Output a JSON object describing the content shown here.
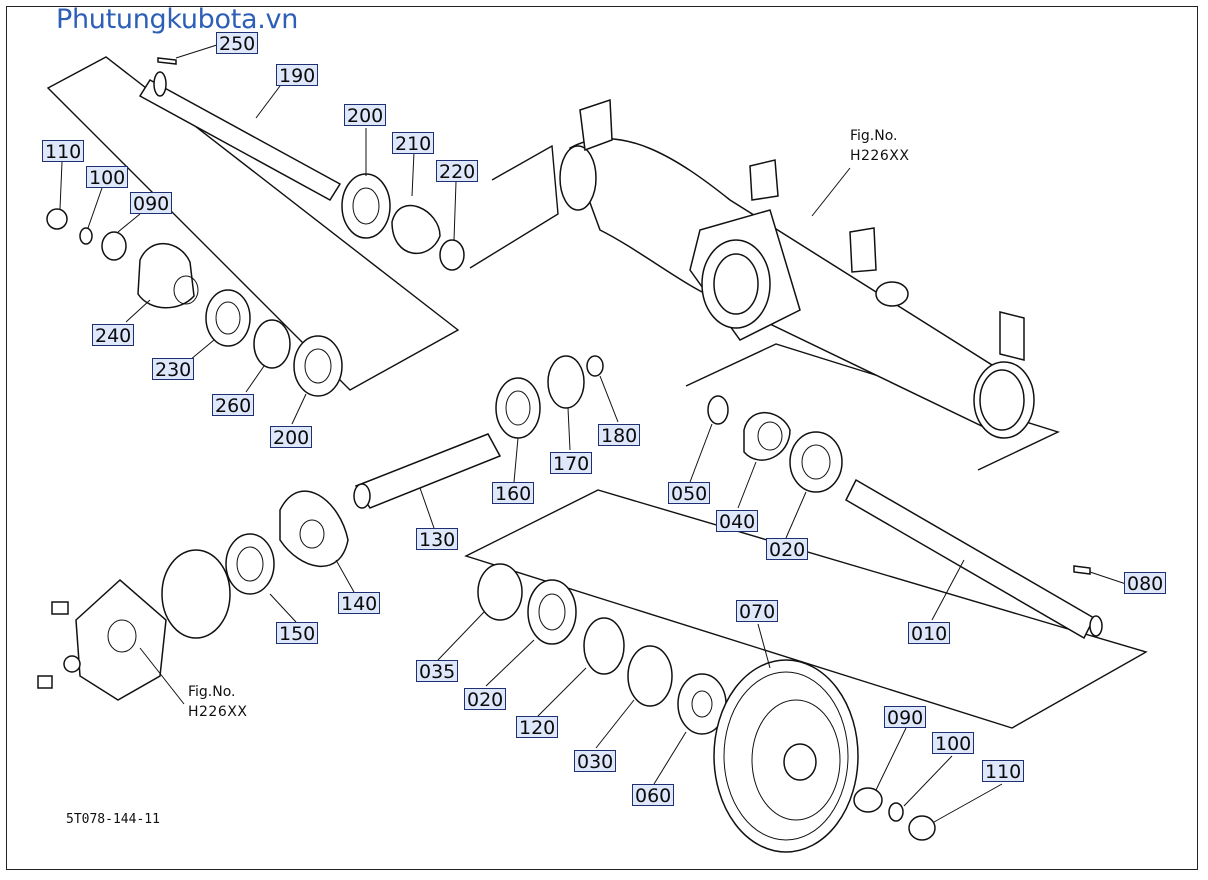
{
  "site_title": "Phutungkubota.vn",
  "diagram_code": "5T078-144-11",
  "fig_refs": [
    {
      "line1": "Fig.No.",
      "line2": "H226XX"
    },
    {
      "line1": "Fig.No.",
      "line2": "H226XX"
    }
  ],
  "part_labels": [
    "250",
    "190",
    "200",
    "210",
    "220",
    "110",
    "100",
    "090",
    "240",
    "230",
    "260",
    "200",
    "160",
    "170",
    "180",
    "130",
    "140",
    "150",
    "050",
    "040",
    "020",
    "080",
    "010",
    "035",
    "020",
    "120",
    "030",
    "060",
    "070",
    "090",
    "100",
    "110"
  ]
}
